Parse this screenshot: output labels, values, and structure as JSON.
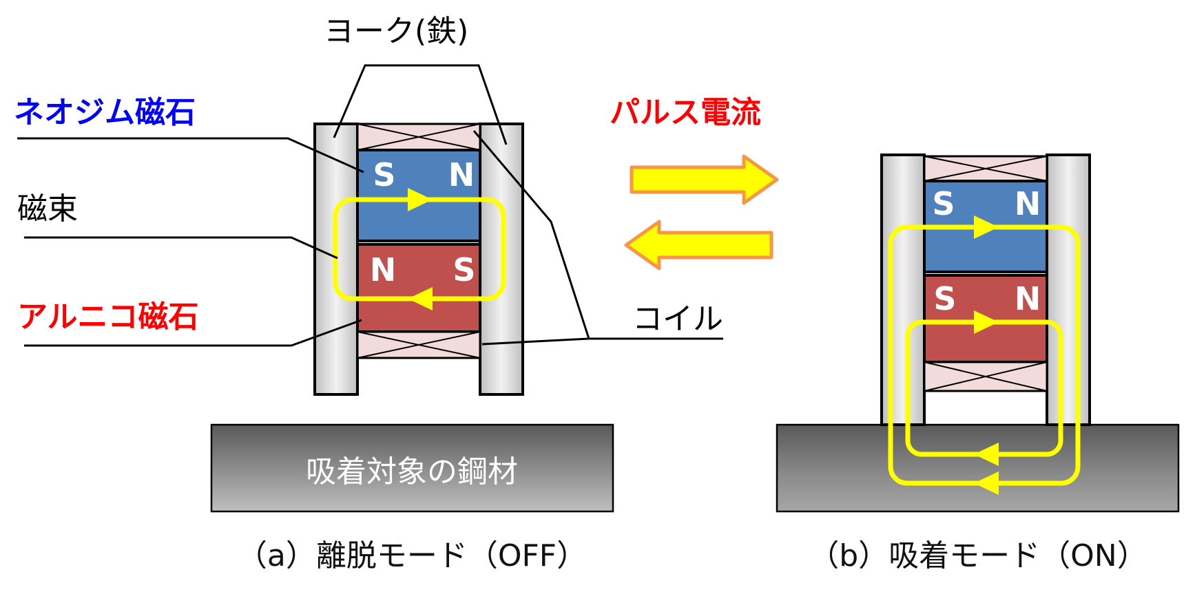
{
  "labels": {
    "yoke": "ヨーク(鉄)",
    "neodymium": "ネオジム磁石",
    "flux": "磁束",
    "alnico": "アルニコ磁石",
    "coil": "コイル",
    "pulse": "パルス電流",
    "steel": "吸着対象の鋼材"
  },
  "poles": {
    "a_neodymium": [
      "S",
      "N"
    ],
    "a_alnico": [
      "N",
      "S"
    ],
    "b_neodymium": [
      "S",
      "N"
    ],
    "b_alnico": [
      "S",
      "N"
    ]
  },
  "captions": {
    "a": "（a）離脱モード（OFF）",
    "b": "（b）吸着モード（ON）"
  },
  "colors": {
    "neodymium": "#4f81bd",
    "alnico": "#c0504d",
    "coil": "#f2dcdb",
    "yoke": "#d9d9d9",
    "steel": "#7f7f7f",
    "flux": "#ffff00",
    "arrow_fill": "#ffff00",
    "arrow_border": "#f79646",
    "label_blue": "#0000ff",
    "label_red": "#ff0000"
  }
}
